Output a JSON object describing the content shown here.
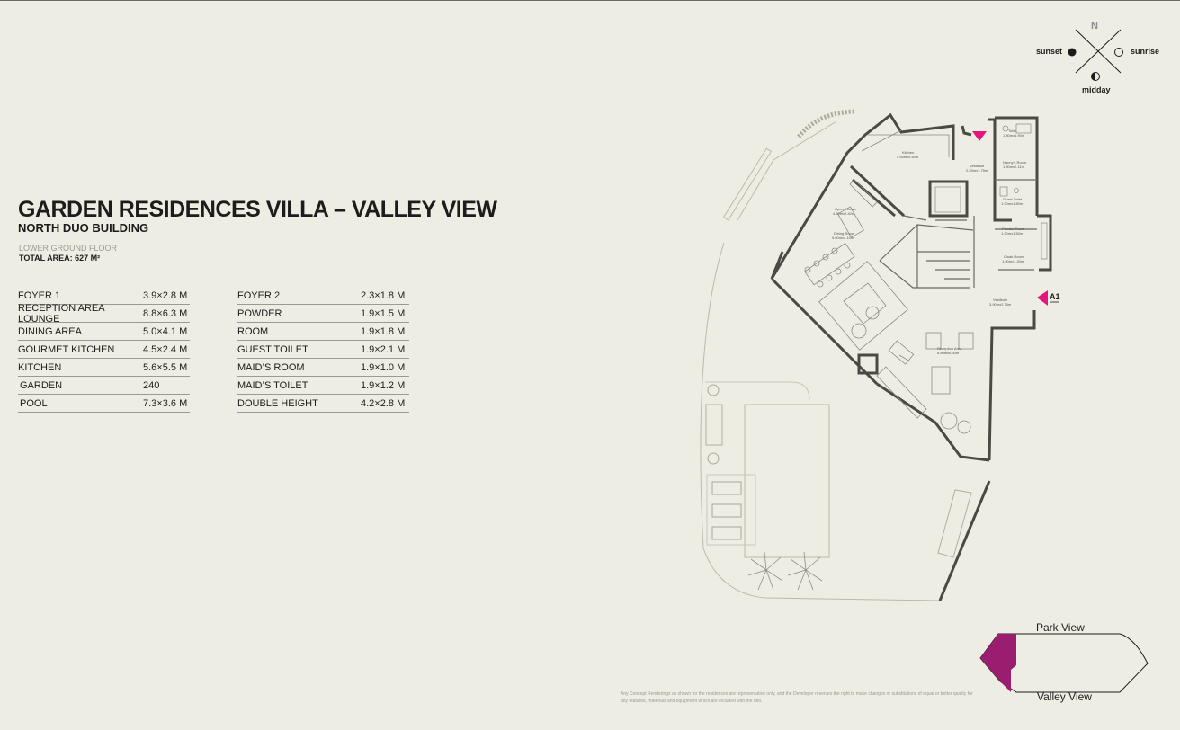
{
  "header": {
    "title": "GARDEN RESIDENCES VILLA – VALLEY VIEW",
    "subtitle": "NORTH DUO BUILDING",
    "floor": "LOWER GROUND FLOOR",
    "total_area": "TOTAL AREA: 627 M²"
  },
  "rooms_left": [
    {
      "name": "FOYER 1",
      "size": "3.9×2.8 M"
    },
    {
      "name": "RECEPTION AREA LOUNGE",
      "size": "8.8×6.3 M"
    },
    {
      "name": "DINING AREA",
      "size": "5.0×4.1 M"
    },
    {
      "name": "GOURMET KITCHEN",
      "size": "4.5×2.4 M"
    },
    {
      "name": "KITCHEN",
      "size": "5.6×5.5 M"
    },
    {
      "name": "GARDEN",
      "size": "240"
    },
    {
      "name": "POOL",
      "size": "7.3×3.6 M"
    }
  ],
  "rooms_right": [
    {
      "name": "FOYER 2",
      "size": "2.3×1.8 M"
    },
    {
      "name": "POWDER",
      "size": "1.9×1.5 M"
    },
    {
      "name": "ROOM",
      "size": "1.9×1.8 M"
    },
    {
      "name": "GUEST TOILET",
      "size": "1.9×2.1 M"
    },
    {
      "name": "MAID’S ROOM",
      "size": "1.9×1.0 M"
    },
    {
      "name": "MAID’S TOILET",
      "size": "1.9×1.2 M"
    },
    {
      "name": "DOUBLE HEIGHT",
      "size": "4.2×2.8 M"
    }
  ],
  "compass": {
    "north": "N",
    "sunset": "sunset",
    "sunrise": "sunrise",
    "midday": "midday"
  },
  "entrance_label": "A1",
  "key_plan": {
    "top": "Park View",
    "bottom": "Valley View",
    "highlight_color": "#9b1d6f"
  },
  "accent_color": "#e4167e",
  "plan_labels": {
    "kitchen": "Kitchen",
    "kitchen_size": "5.55mx5.50m",
    "toilet": "Toilet",
    "toilet_size": "1.80mx1.90m",
    "vestibule_top": "Vestibule",
    "vestibule_top_size": "2.25mx1.75m",
    "maids_room": "Nanny's Room",
    "maids_room_size": "1.90mx2.11m",
    "open_kitchen": "Open Kitchen",
    "open_kitchen_size": "4.50mx2.40m",
    "guest_toilet": "Guest Toilet",
    "guest_toilet_size": "1.90mx1.80m",
    "dining": "Dining Room",
    "dining_size": "5.00mx4.10m",
    "powder": "Powder Room",
    "powder_size": "1.90mx1.50m",
    "cloak": "Cloak Room",
    "cloak_size": "1.90mx1.20m",
    "vestibule": "Vestibule",
    "vestibule_size": "3.90mx2.75m",
    "reception": "Reception Area",
    "reception_size": "8.80mx6.30m"
  },
  "disclaimer": "Any Concept Renderings as shown for the residences are representative only, and the Developer reserves the right to make changes or substitutions of equal or better quality for any features, materials and equipment which are included with the unit."
}
